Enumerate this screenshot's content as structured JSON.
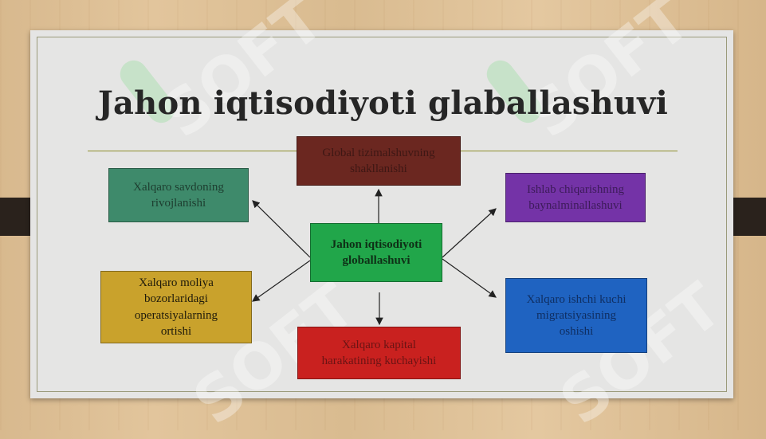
{
  "title": "Jahon iqtisodiyoti glaballashuvi",
  "center": {
    "line1": "Jahon iqtisodiyoti",
    "line2": "globallashuvi"
  },
  "nodes": {
    "trade": {
      "lines": [
        "Xalqaro savdoning",
        "rivojlanishi"
      ]
    },
    "global": {
      "lines": [
        "Global tizimalshuvning",
        "shakllanishi"
      ]
    },
    "prod": {
      "lines": [
        "Ishlab chiqarishning",
        "baynalminallashuvi"
      ]
    },
    "finance": {
      "lines": [
        "Xalqaro moliya",
        "bozorlaridagi",
        "operatsiyalarning",
        "ortishi"
      ]
    },
    "capital": {
      "lines": [
        "Xalqaro kapital",
        "harakatining kuchayishi"
      ]
    },
    "labor": {
      "lines": [
        "Xalqaro ishchi kuchi",
        "migratsiyasining",
        "oshishi"
      ]
    }
  },
  "watermark": "SOFT",
  "colors": {
    "trade": "#3e8a6b",
    "global": "#6b2720",
    "prod": "#7433a7",
    "center": "#21a64a",
    "finance": "#c9a22c",
    "capital": "#c9211f",
    "labor": "#1f63c1"
  }
}
